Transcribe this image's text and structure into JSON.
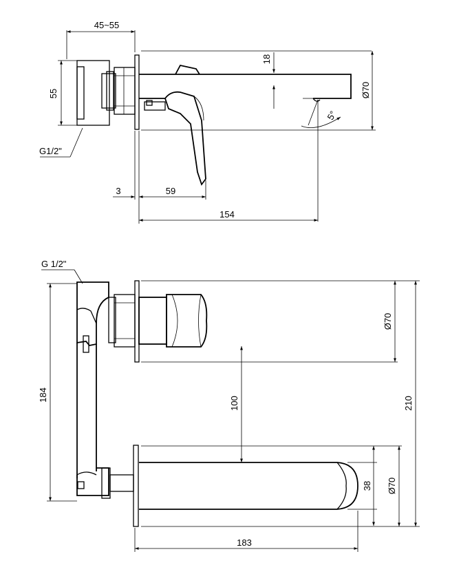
{
  "top_view": {
    "dimensions": {
      "wall_depth": "45~55",
      "height": "55",
      "thread": "G1/2\"",
      "spout_offset": "18",
      "diameter": "Ø70",
      "angle": "5°",
      "plate": "3",
      "lever": "59",
      "spout_length": "154"
    }
  },
  "front_view": {
    "dimensions": {
      "thread": "G 1/2\"",
      "body_height": "184",
      "diameter_top": "Ø70",
      "spacing": "100",
      "total_height": "210",
      "spout_height": "38",
      "diameter_bottom": "Ø70",
      "spout_width": "183"
    }
  },
  "colors": {
    "line": "#000000",
    "background": "#ffffff"
  }
}
